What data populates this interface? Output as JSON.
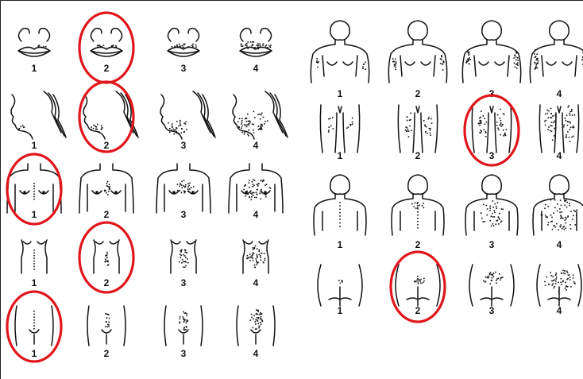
{
  "chart": {
    "score_labels": [
      "1",
      "2",
      "3",
      "4"
    ],
    "highlight_color": "#e0161c",
    "ink_color": "#111111",
    "left_panel": {
      "regions": [
        {
          "name": "upper-lip",
          "circled_score": 2
        },
        {
          "name": "chin",
          "circled_score": 2
        },
        {
          "name": "chest",
          "circled_score": 1
        },
        {
          "name": "upper-abdomen",
          "circled_score": 2
        },
        {
          "name": "lower-abdomen",
          "circled_score": 1
        }
      ]
    },
    "right_panel": {
      "regions": [
        {
          "name": "upper-arm",
          "circled_score": 0
        },
        {
          "name": "thigh",
          "circled_score": 3
        },
        {
          "name": "upper-back",
          "circled_score": 0
        },
        {
          "name": "lower-back",
          "circled_score": 2
        }
      ]
    }
  }
}
